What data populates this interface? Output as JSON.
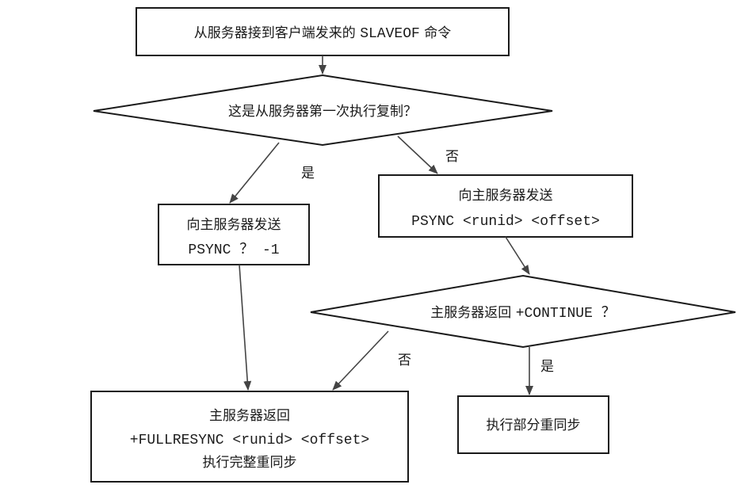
{
  "nodes": {
    "start": {
      "prefix": "从服务器接到客户端发来的 ",
      "code": "SLAVEOF",
      "suffix": " 命令"
    },
    "decision_first": {
      "text": "这是从服务器第一次执行复制？"
    },
    "psync_new": {
      "line1": "向主服务器发送",
      "line2": "PSYNC ？ -1"
    },
    "psync_partial": {
      "line1": "向主服务器发送",
      "line2": "PSYNC <runid> <offset>"
    },
    "decision_continue": {
      "prefix": "主服务器返回 ",
      "code": "+CONTINUE ？"
    },
    "full_resync": {
      "line1": "主服务器返回",
      "line2": "+FULLRESYNC <runid> <offset>",
      "line3": "执行完整重同步"
    },
    "partial_resync": {
      "text": "执行部分重同步"
    }
  },
  "edges": {
    "first_yes": "是",
    "first_no": "否",
    "continue_no": "否",
    "continue_yes": "是"
  },
  "colors": {
    "stroke": "#1a1a1a",
    "arrow": "#444444",
    "background": "#ffffff"
  }
}
